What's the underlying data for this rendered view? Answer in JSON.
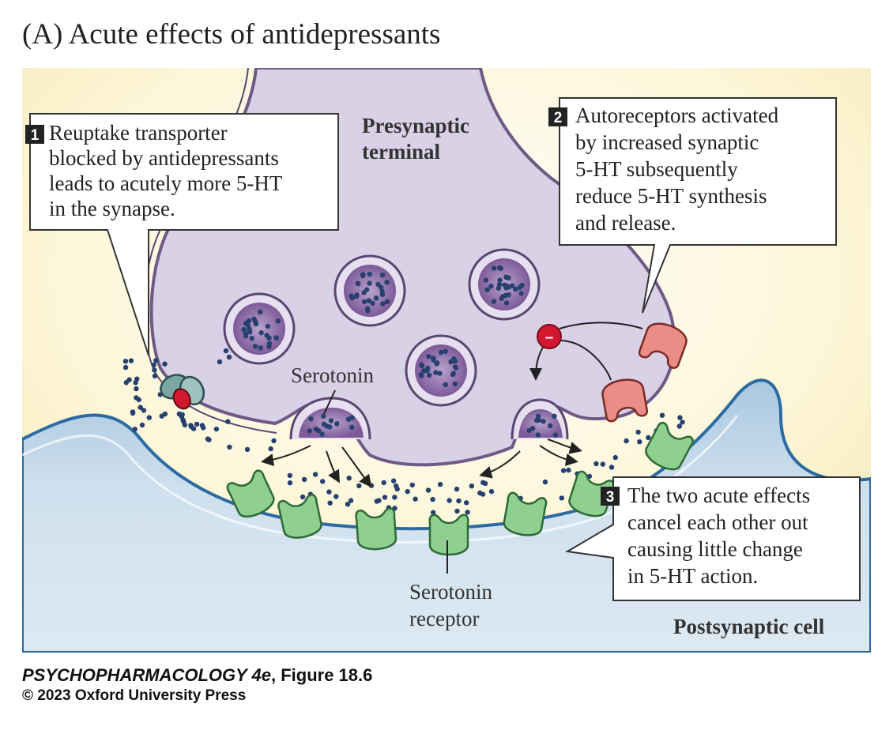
{
  "title": "(A)  Acute effects of antidepressants",
  "labels": {
    "presynaptic_line1": "Presynaptic",
    "presynaptic_line2": "terminal",
    "serotonin": "Serotonin",
    "receptor_line1": "Serotonin",
    "receptor_line2": "receptor",
    "postsynaptic": "Postsynaptic cell"
  },
  "callouts": [
    {
      "number": "1",
      "lines": [
        "Reuptake transporter",
        "blocked by antidepressants",
        "leads to acutely more 5-HT",
        "in the synapse."
      ]
    },
    {
      "number": "2",
      "lines": [
        "Autoreceptors activated",
        "by increased synaptic",
        "5-HT subsequently",
        "reduce 5-HT synthesis",
        "and release."
      ]
    },
    {
      "number": "3",
      "lines": [
        "The two acute effects",
        "cancel each other out",
        "causing little change",
        "in 5-HT action."
      ]
    }
  ],
  "inhibition_symbol": "–",
  "caption": {
    "book": "PSYCHOPHARMACOLOGY 4e",
    "figure": ", Figure 18.6",
    "copyright": "© 2023 Oxford University Press"
  },
  "colors": {
    "background_yellow": "#fbf3cf",
    "presynaptic_fill": "#d9d1e6",
    "presynaptic_stroke": "#6f5a86",
    "postsynaptic_fill": "#cfe0ee",
    "vesicle_fill": "#8d6aa6",
    "serotonin_dot": "#27406f",
    "receptor_green": "#8fcf8f",
    "autoreceptor_red": "#e98d86",
    "inhibition_red": "#d2182f",
    "transporter_teal": "#7aa7a4"
  }
}
